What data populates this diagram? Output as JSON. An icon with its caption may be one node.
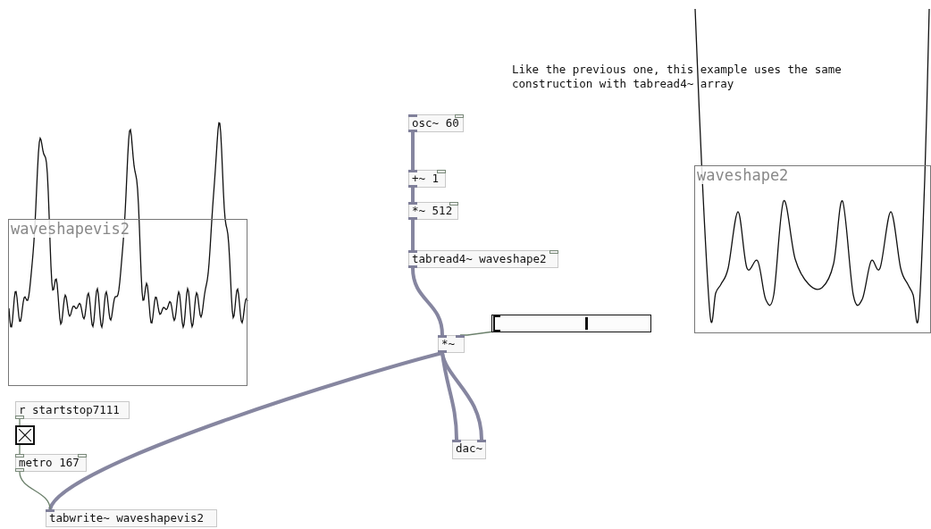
{
  "diagram": {
    "nodes": [
      {
        "text": [
          "osc~ 60"
        ]
      },
      {
        "text": [
          "+~ 1"
        ]
      },
      {
        "text": [
          "*~ 512"
        ]
      },
      {
        "text": [
          "tabread4~ waveshape2"
        ]
      },
      {
        "text": [
          "*~"
        ]
      },
      {
        "text": [],
        "shape": "bar"
      },
      {
        "text": [
          "dac~"
        ]
      },
      {
        "text": [
          "r startstop7111"
        ]
      },
      {
        "text": [],
        "shape": "box"
      },
      {
        "text": [
          "metro 167"
        ]
      },
      {
        "text": [
          "tabwrite~ waveshapevis2"
        ]
      },
      {
        "text": [
          "waveshapevis2"
        ]
      },
      {
        "text": [
          "waveshape2"
        ]
      }
    ],
    "edges": [
      {
        "from": 0,
        "to": 1,
        "arrow": "none"
      },
      {
        "from": 1,
        "to": 2,
        "arrow": "none"
      },
      {
        "from": 2,
        "to": 3,
        "arrow": "none"
      },
      {
        "from": 3,
        "to": 4,
        "arrow": "none"
      },
      {
        "from": 5,
        "to": 4,
        "arrow": "none",
        "color": "#6b806b"
      },
      {
        "from": 4,
        "to": 6,
        "arrow": "none"
      },
      {
        "from": 4,
        "to": 6,
        "arrow": "none"
      },
      {
        "from": 4,
        "to": 10,
        "arrow": "none"
      },
      {
        "from": 7,
        "to": 8,
        "arrow": "none",
        "color": "#6b806b"
      },
      {
        "from": 8,
        "to": 9,
        "arrow": "none",
        "color": "#6b806b"
      },
      {
        "from": 9,
        "to": 10,
        "arrow": "none",
        "color": "#6b806b"
      }
    ],
    "labels": [
      "Like the previous one, this example uses the same construction with tabread4~ array"
    ]
  }
}
